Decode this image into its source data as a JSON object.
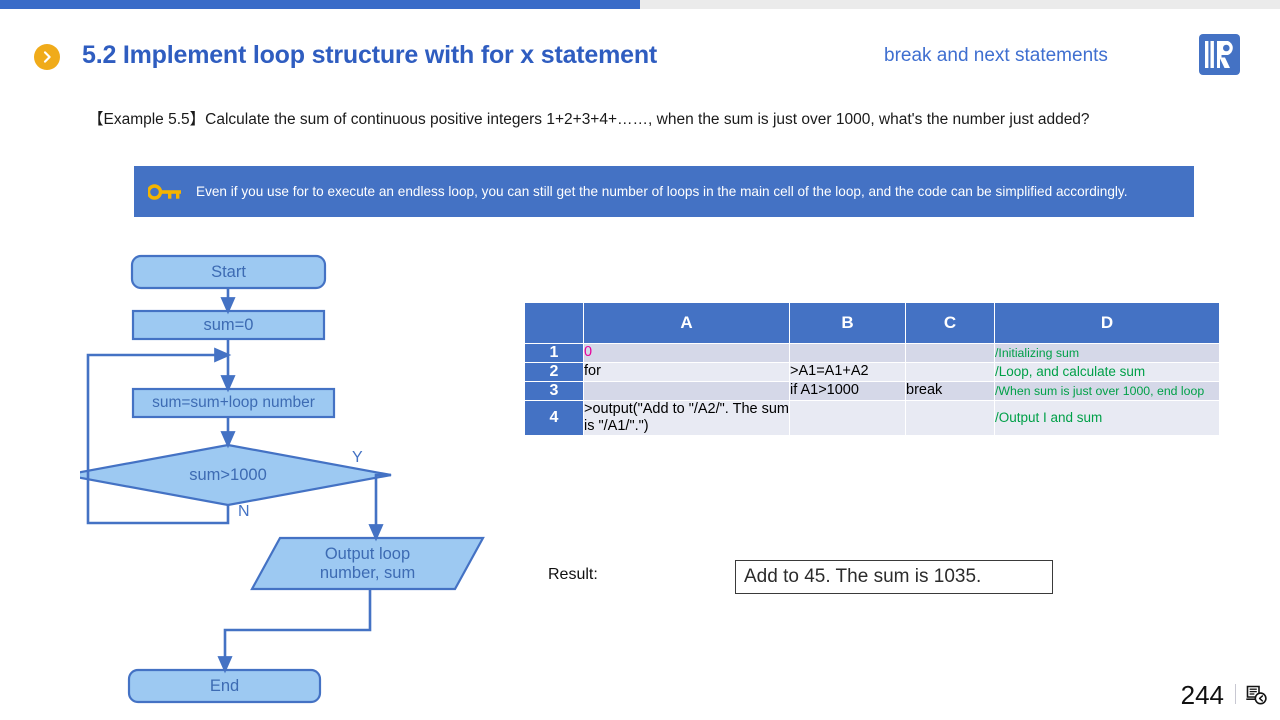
{
  "progress": {
    "percent": 50
  },
  "header": {
    "bullet_icon": "chevron-right-circle-icon",
    "title": "5.2 Implement loop structure with for x statement",
    "subtitle": "break and next statements",
    "logo_icon": "brand-r-logo-icon",
    "title_color": "#2f5dc0",
    "accent_color": "#f0ab1a"
  },
  "example": {
    "text": "【Example 5.5】Calculate the sum of continuous positive integers 1+2+3+4+……, when the sum is just over 1000, what's the number just added?"
  },
  "tip": {
    "icon": "key-icon",
    "text": "Even if you use for to execute an endless loop, you can still get the number of loops in the main cell of the loop, and the code can be simplified accordingly.",
    "background_color": "#4472c4"
  },
  "flowchart": {
    "nodes": [
      {
        "id": "start",
        "label": "Start",
        "shape": "rounded-rect"
      },
      {
        "id": "init",
        "label": "sum=0",
        "shape": "rect"
      },
      {
        "id": "accum",
        "label": "sum=sum+loop number",
        "shape": "rect"
      },
      {
        "id": "cond",
        "label": "sum>1000",
        "shape": "diamond"
      },
      {
        "id": "output",
        "label": "Output loop\nnumber, sum",
        "shape": "parallelogram"
      },
      {
        "id": "end",
        "label": "End",
        "shape": "rounded-rect"
      }
    ],
    "branch_yes": "Y",
    "branch_no": "N",
    "fill_color": "#9dc9f2",
    "stroke_color": "#4472c4",
    "text_color": "#3d6bb3"
  },
  "table": {
    "columns": [
      "",
      "A",
      "B",
      "C",
      "D"
    ],
    "rows": [
      {
        "num": "1",
        "a": "0",
        "a_style": "magenta",
        "b": "",
        "c": "",
        "d": "/Initializing sum"
      },
      {
        "num": "2",
        "a": "for",
        "b": ">A1=A1+A2",
        "c": "",
        "d": "/Loop, and calculate sum"
      },
      {
        "num": "3",
        "a": "",
        "b": "if A1>1000",
        "c": "break",
        "d": "/When sum is just over 1000, end loop"
      },
      {
        "num": "4",
        "a": ">output(\"Add to \"/A2/\". The sum is \"/A1/\".\")",
        "b": "",
        "c": "",
        "d": "/Output I and sum"
      }
    ],
    "header_color": "#4472c4",
    "comment_color": "#00a048"
  },
  "result": {
    "label": "Result:",
    "value": "Add to 45. The sum is 1035."
  },
  "footer": {
    "page_number": "244",
    "doc_icon": "document-back-icon"
  }
}
